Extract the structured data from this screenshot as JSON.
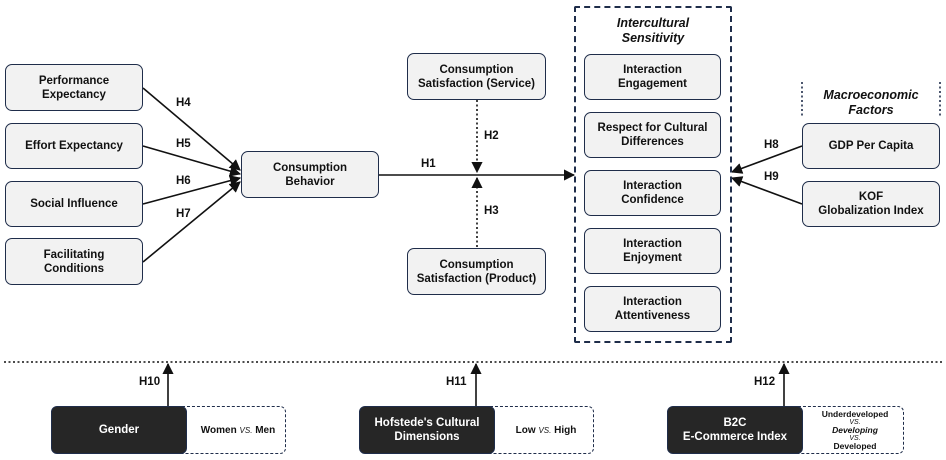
{
  "antecedents": [
    {
      "label": "Performance\nExpectancy",
      "hypothesis": "H4"
    },
    {
      "label": "Effort Expectancy",
      "hypothesis": "H5"
    },
    {
      "label": "Social Influence",
      "hypothesis": "H6"
    },
    {
      "label": "Facilitating\nConditions",
      "hypothesis": "H7"
    }
  ],
  "consumption_behavior": "Consumption\nBehavior",
  "main_path": "H1",
  "satisfaction": {
    "service": {
      "label": "Consumption\nSatisfaction (Service)",
      "hypothesis": "H2"
    },
    "product": {
      "label": "Consumption\nSatisfaction (Product)",
      "hypothesis": "H3"
    }
  },
  "intercultural": {
    "title": "Intercultural\nSensitivity",
    "items": [
      "Interaction\nEngagement",
      "Respect for Cultural\nDifferences",
      "Interaction\nConfidence",
      "Interaction\nEnjoyment",
      "Interaction\nAttentiveness"
    ]
  },
  "macro": {
    "title": "Macroeconomic\nFactors",
    "items": [
      {
        "label": "GDP Per Capita",
        "hypothesis": "H8"
      },
      {
        "label": "KOF\nGlobalization Index",
        "hypothesis": "H9"
      }
    ]
  },
  "moderators": [
    {
      "label": "Gender",
      "hypothesis": "H10",
      "values": [
        "Women",
        "Men"
      ],
      "vs": "VS."
    },
    {
      "label": "Hofstede's Cultural\nDimensions",
      "hypothesis": "H11",
      "values": [
        "Low",
        "High"
      ],
      "vs": "VS."
    },
    {
      "label": "B2C\nE-Commerce Index",
      "hypothesis": "H12",
      "values": [
        "Underdeveloped",
        "Developing",
        "Developed"
      ],
      "vs": "VS."
    }
  ],
  "colors": {
    "border": "#1f2d4a",
    "box_fill": "#f2f2f2",
    "moderator_fill": "#262626"
  }
}
